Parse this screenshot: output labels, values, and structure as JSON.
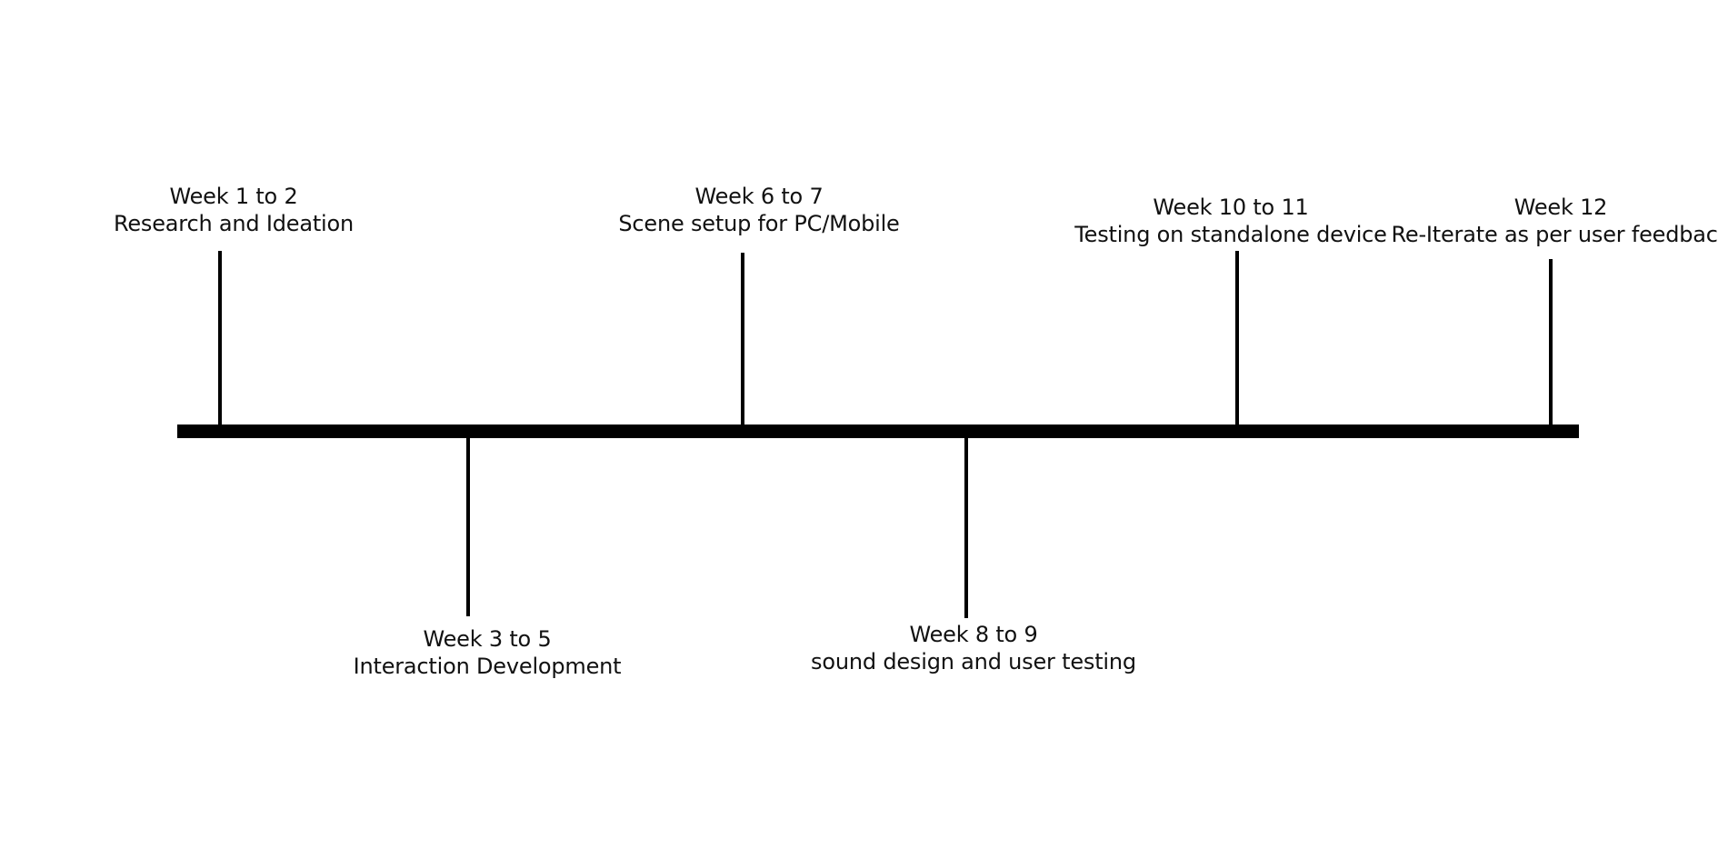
{
  "milestones": [
    {
      "period": "Week 1 to 2",
      "task": "Research and Ideation"
    },
    {
      "period": "Week 3 to 5",
      "task": "Interaction Development"
    },
    {
      "period": "Week 6 to 7",
      "task": "Scene setup for PC/Mobile"
    },
    {
      "period": "Week 8 to 9",
      "task": "sound design and user testing"
    },
    {
      "period": "Week 10 to 11",
      "task": "Testing on standalone device"
    },
    {
      "period": "Week 12",
      "task": "Re-Iterate as per user feedback"
    }
  ]
}
